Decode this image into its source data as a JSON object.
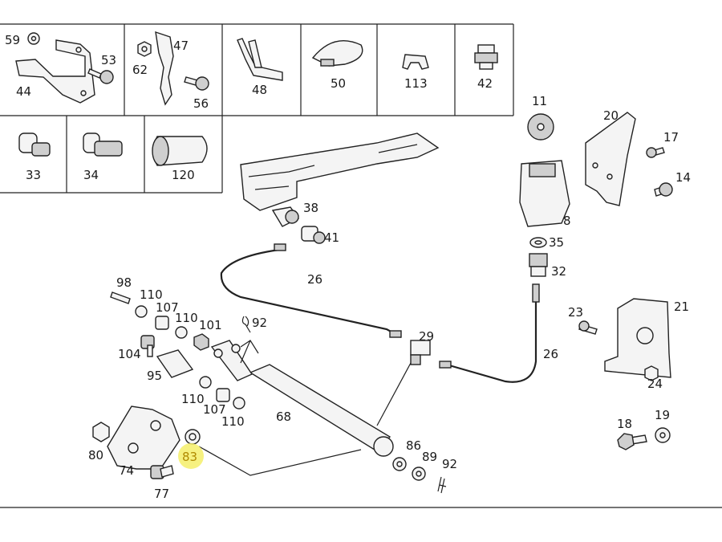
{
  "highlight_color": "#f4ee6a",
  "labels": {
    "p59": "59",
    "p44": "44",
    "p53": "53",
    "p62": "62",
    "p47": "47",
    "p56": "56",
    "p48": "48",
    "p50": "50",
    "p113": "113",
    "p42": "42",
    "p33": "33",
    "p34": "34",
    "p120": "120",
    "p11": "11",
    "p20": "20",
    "p17": "17",
    "p14": "14",
    "p8": "8",
    "p38": "38",
    "p41": "41",
    "p35": "35",
    "p32": "32",
    "p26a": "26",
    "p26b": "26",
    "p98": "98",
    "p110a": "110",
    "p107a": "107",
    "p110b": "110",
    "p101": "101",
    "p92a": "92",
    "p104": "104",
    "p95": "95",
    "p29": "29",
    "p110c": "110",
    "p107b": "107",
    "p110d": "110",
    "p68": "68",
    "p80": "80",
    "p74": "74",
    "p83": "83",
    "p77": "77",
    "p86": "86",
    "p89": "89",
    "p92b": "92",
    "p23": "23",
    "p21": "21",
    "p24": "24",
    "p18": "18",
    "p19": "19"
  }
}
